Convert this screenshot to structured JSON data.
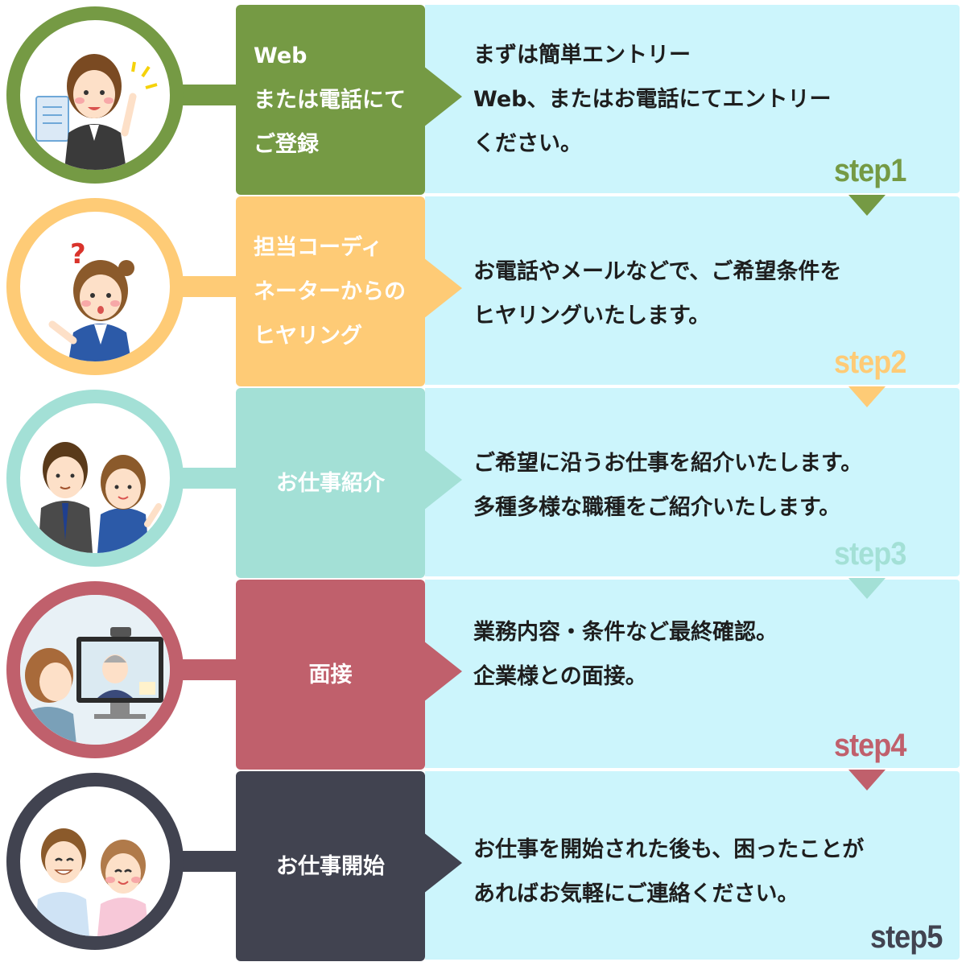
{
  "colors": {
    "step1": "#759a44",
    "step2": "#fecb76",
    "step3": "#a3e0d6",
    "step4": "#c0606c",
    "step5": "#414350",
    "desc_bg": "#ccf5fc"
  },
  "steps": [
    {
      "label_lines": [
        "Web",
        "または電話にて",
        "ご登録"
      ],
      "desc_lines": [
        "まずは簡単エントリー",
        "Web、またはお電話にてエントリー",
        "ください。"
      ],
      "step": "step1",
      "illustration": "woman-with-clipboard-icon"
    },
    {
      "label_lines": [
        "担当コーディ",
        "ネーターからの",
        "ヒヤリング"
      ],
      "desc_lines": [
        "お電話やメールなどで、ご希望条件を",
        "ヒヤリングいたします。"
      ],
      "step": "step2",
      "illustration": "woman-question-icon"
    },
    {
      "label_lines": [
        "お仕事紹介"
      ],
      "desc_lines": [
        "ご希望に沿うお仕事を紹介いたします。",
        "多種多様な職種をご紹介いたします。"
      ],
      "step": "step3",
      "illustration": "man-and-woman-icon"
    },
    {
      "label_lines": [
        "面接"
      ],
      "desc_lines": [
        "業務内容・条件など最終確認。",
        "企業様との面接。"
      ],
      "step": "step4",
      "illustration": "video-interview-icon"
    },
    {
      "label_lines": [
        "お仕事開始"
      ],
      "desc_lines": [
        "お仕事を開始された後も、困ったことが",
        "あればお気軽にご連絡ください。"
      ],
      "step": "step5",
      "illustration": "care-workers-icon"
    }
  ]
}
